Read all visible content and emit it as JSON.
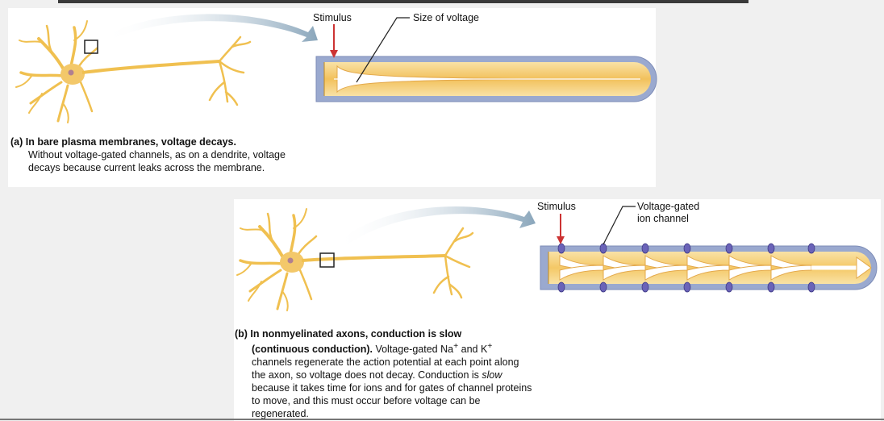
{
  "panel_a": {
    "stimulus_label": "Stimulus",
    "size_label": "Size of voltage",
    "caption_head": "(a) In bare plasma membranes, voltage decays.",
    "caption_body": "Without voltage-gated channels, as on a dendrite, voltage decays because current leaks across the membrane."
  },
  "panel_b": {
    "stimulus_label": "Stimulus",
    "channel_label_line1": "Voltage-gated",
    "channel_label_line2": "ion channel",
    "caption_head_1": "(b) In nonmyelinated axons, conduction is slow",
    "caption_head_2": "(continuous conduction).",
    "caption_body_1": " Voltage-gated Na",
    "caption_sup_1": "+",
    "caption_body_2": " and K",
    "caption_sup_2": "+",
    "caption_body_3": " channels regenerate the action potential at each point along the axon, so voltage does not decay. Conduction is ",
    "caption_italic": "slow",
    "caption_body_4": " because it takes time for ions and for gates of channel proteins to move, and this must occur before voltage can be regenerated."
  },
  "colors": {
    "axon_yellow": "#f3c86a",
    "axon_fill": "#f6d58a",
    "membrane": "#8c9dc6",
    "channel": "#6a63b8",
    "stimulus_arrow": "#cc3333",
    "callout_arrow": "#9cb6c9"
  }
}
